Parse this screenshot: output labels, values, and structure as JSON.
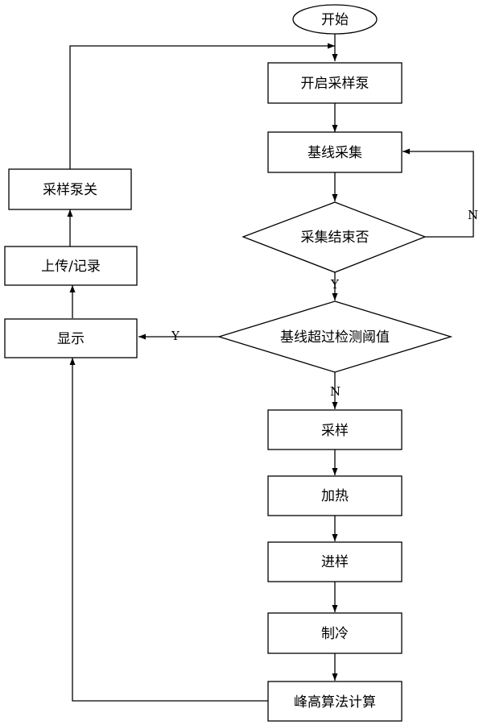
{
  "flowchart": {
    "start": "开始",
    "steps": {
      "open_pump": "开启采样泵",
      "baseline_collect": "基线采集",
      "sampling": "采样",
      "heating": "加热",
      "injection": "进样",
      "cooling": "制冷",
      "peak_calc": "峰高算法计算",
      "display": "显示",
      "upload_record": "上传/记录",
      "pump_off": "采样泵关"
    },
    "decisions": {
      "collect_done": "采集结束否",
      "over_threshold": "基线超过检测阈值"
    },
    "branch_labels": {
      "collect_done_no": "N",
      "collect_done_yes": "Y",
      "threshold_yes": "Y",
      "threshold_no": "N"
    }
  }
}
